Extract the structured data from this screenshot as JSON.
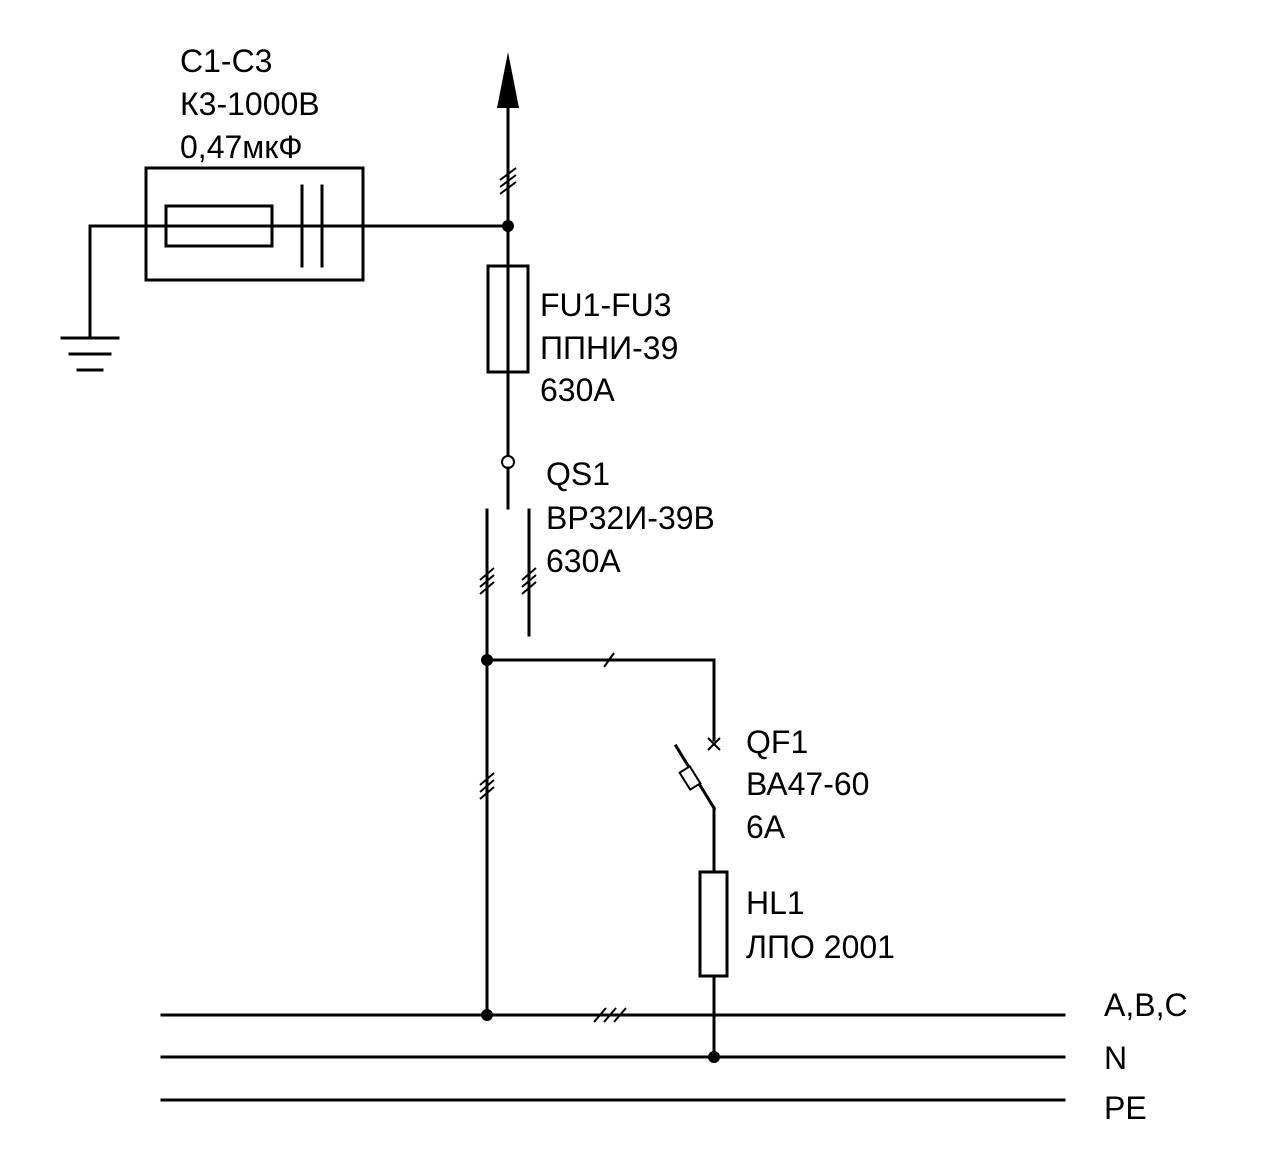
{
  "capacitor": {
    "line1": "C1-C3",
    "line2": "К3-1000В",
    "line3": "0,47мкФ"
  },
  "fuse": {
    "line1": "FU1-FU3",
    "line2": "ППНИ-39",
    "line3": "630А"
  },
  "switch": {
    "line1": "QS1",
    "line2": "ВР32И-39В",
    "line3": "630А"
  },
  "breaker": {
    "line1": "QF1",
    "line2": "ВА47-60",
    "line3": "6А"
  },
  "lamp": {
    "line1": "HL1",
    "line2": "ЛПО 2001"
  },
  "buses": {
    "phases": "A,B,C",
    "neutral": "N",
    "protective": "PE"
  }
}
